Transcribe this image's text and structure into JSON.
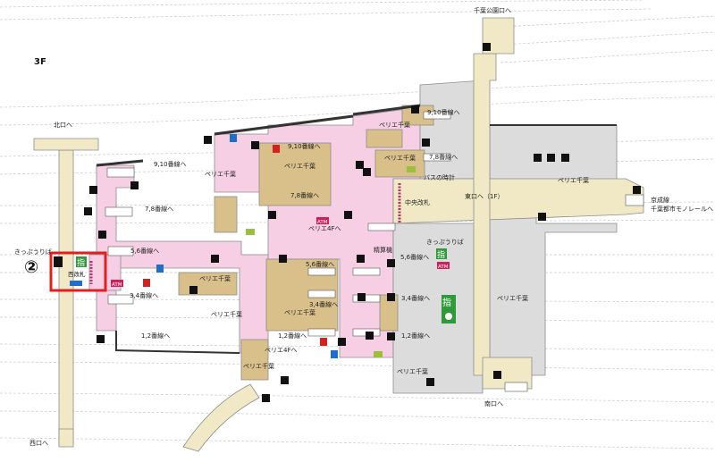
{
  "floor": "3F",
  "marker": "②",
  "exits": {
    "north": "北口へ",
    "west": "西口へ",
    "south": "南口へ",
    "east": "東口へ（1F）",
    "chiba_park": "千葉公園口へ",
    "keisei": "京成線",
    "monorail": "千葉都市モノレールへ"
  },
  "tracks": {
    "t910_a": "9,10番線へ",
    "t910_b": "9,10番線へ",
    "t910_c": "9,10番線へ",
    "t78_a": "7,8番線へ",
    "t78_b": "7,8番線へ",
    "t78_c": "7,8番線へ",
    "t56_a": "5,6番線へ",
    "t56_b": "5,6番線へ",
    "t56_c": "5,6番線へ",
    "t34_a": "3,4番線へ",
    "t34_b": "3,4番線へ",
    "t34_c": "3,4番線へ",
    "t12_a": "1,2番線へ",
    "t12_b": "1,2番線へ",
    "t12_c": "1,2番線へ"
  },
  "shops": {
    "perie_1": "ペリエ千葉",
    "perie_2": "ペリエ千葉",
    "perie_3": "ペリエ千葉",
    "perie_4": "ペリエ千葉",
    "perie_5": "ペリエ千葉",
    "perie_6": "ペリエ千葉",
    "perie_7": "ペリエ千葉",
    "perie_8": "ペリエ千葉",
    "perie_9": "ペリエ千葉",
    "perie_10": "ペリエ千葉",
    "perie_4f": "ペリエ4Fへ",
    "perie_4f_b": "ペリエ4Fへ"
  },
  "facilities": {
    "central_gate": "中央改札",
    "west_gate": "西改札",
    "ticket_a": "きっぷうりば",
    "ticket_b": "きっぷうりば",
    "bus_clock": "バスの時計",
    "fare_adjust": "精算機",
    "atm_a": "ATM",
    "atm_b": "ATM",
    "atm_c": "ATM",
    "guide": "指"
  },
  "colors": {
    "concourse_pink": "#f6cfe4",
    "corridor_beige": "#f1e9c6",
    "platform_gray": "#dcdcdc",
    "shop_tan": "#d9c08a",
    "highlight_red": "#e02020",
    "guide_green": "#2f9a3a"
  }
}
